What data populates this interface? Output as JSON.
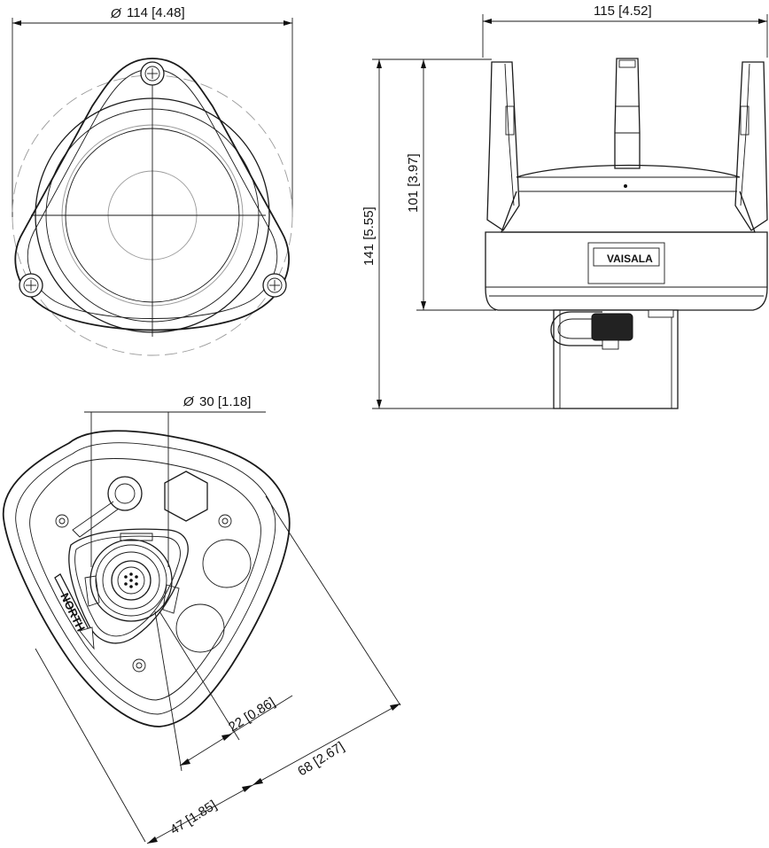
{
  "dimensions": {
    "top_diameter": "114 [4.48]",
    "diameter_symbol": "Ø",
    "side_width": "115 [4.52]",
    "total_height": "141 [5.55]",
    "body_height": "101 [3.97]",
    "connector_diameter": "30 [1.18]",
    "offset_small": "22 [0.86]",
    "offset_large": "68 [2.67]",
    "offset_bottom": "47 [1.85]"
  },
  "labels": {
    "brand": "VAISALA",
    "north": "NORTH"
  },
  "colors": {
    "line": "#1a1a1a",
    "hidden_line": "#9a9a9a",
    "background": "#ffffff"
  }
}
